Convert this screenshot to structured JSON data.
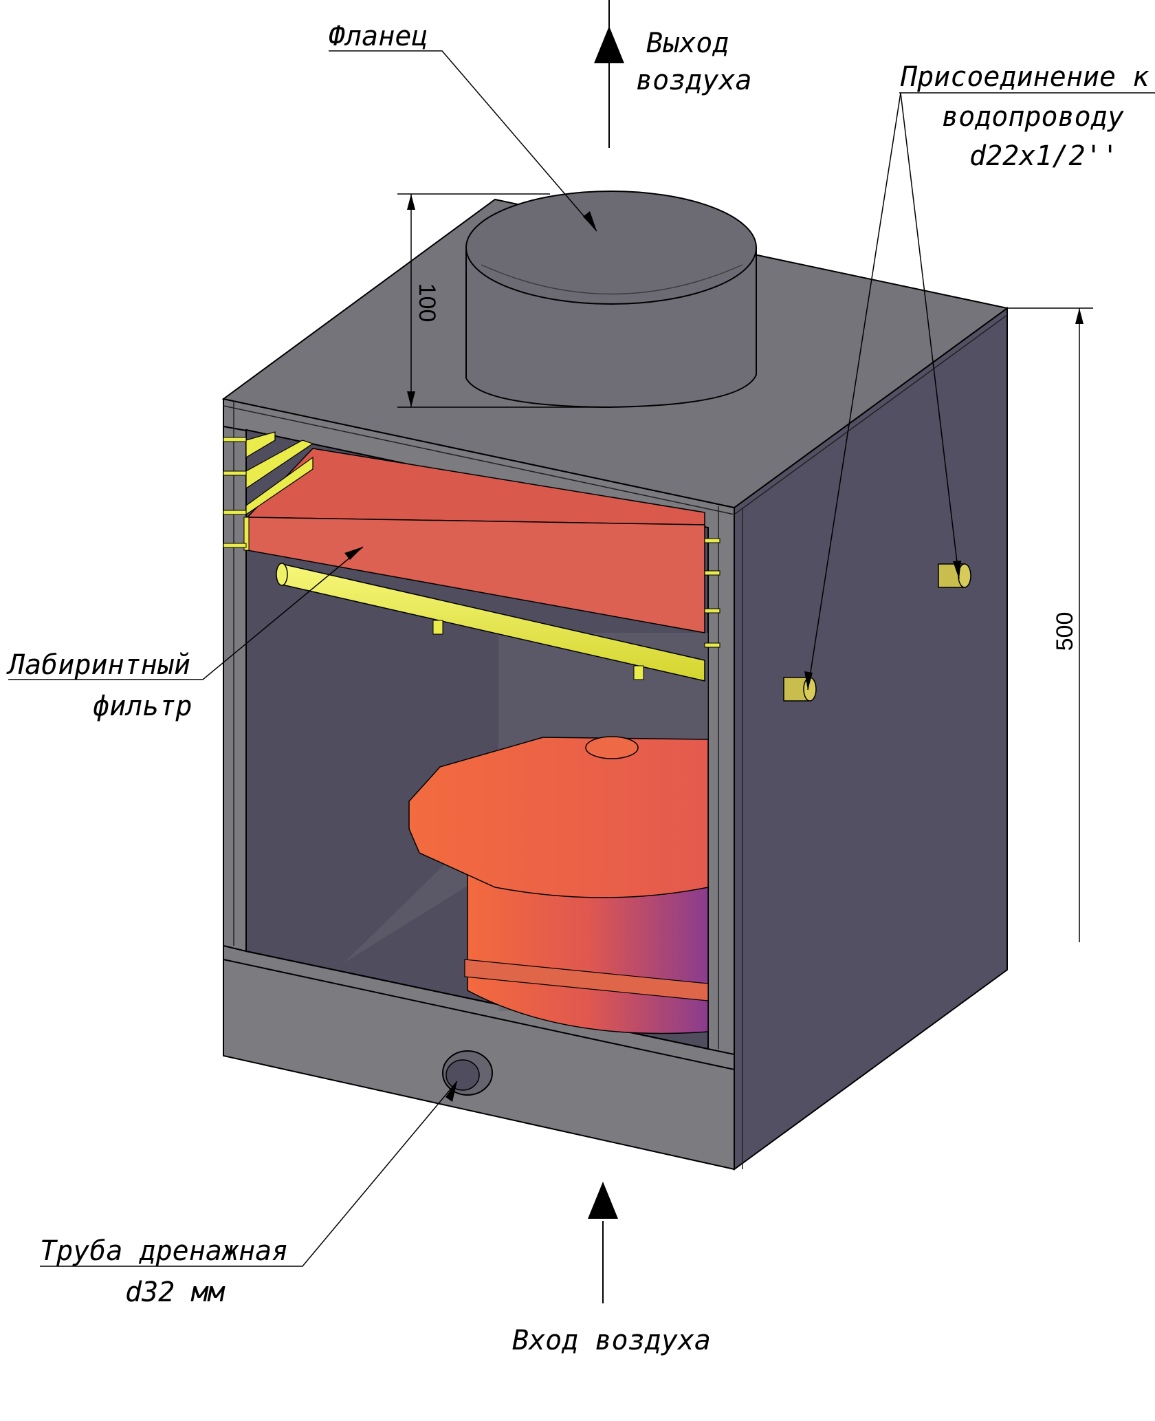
{
  "labels": {
    "flange": "Фланец",
    "air_out_1": "Выход",
    "air_out_2": "воздуха",
    "water_1": "Присоединение к",
    "water_2": "водопроводу",
    "water_3": "d22x1/2''",
    "filter_1": "Лабиринтный",
    "filter_2": "фильтр",
    "drain_1": "Труба дренажная",
    "drain_2": "d32 мм",
    "air_in": "Вход воздуха"
  },
  "dimensions": {
    "flange_height": "100",
    "body_height": "500"
  },
  "colors": {
    "body": "#7c7b80",
    "top": "#75747a",
    "side": "#525062",
    "inner": "#4f4d5e",
    "filter": "#dd6152",
    "yellow": "#e9ec4b",
    "cone": "#ec6b45",
    "purple": "#8a3c8e"
  }
}
